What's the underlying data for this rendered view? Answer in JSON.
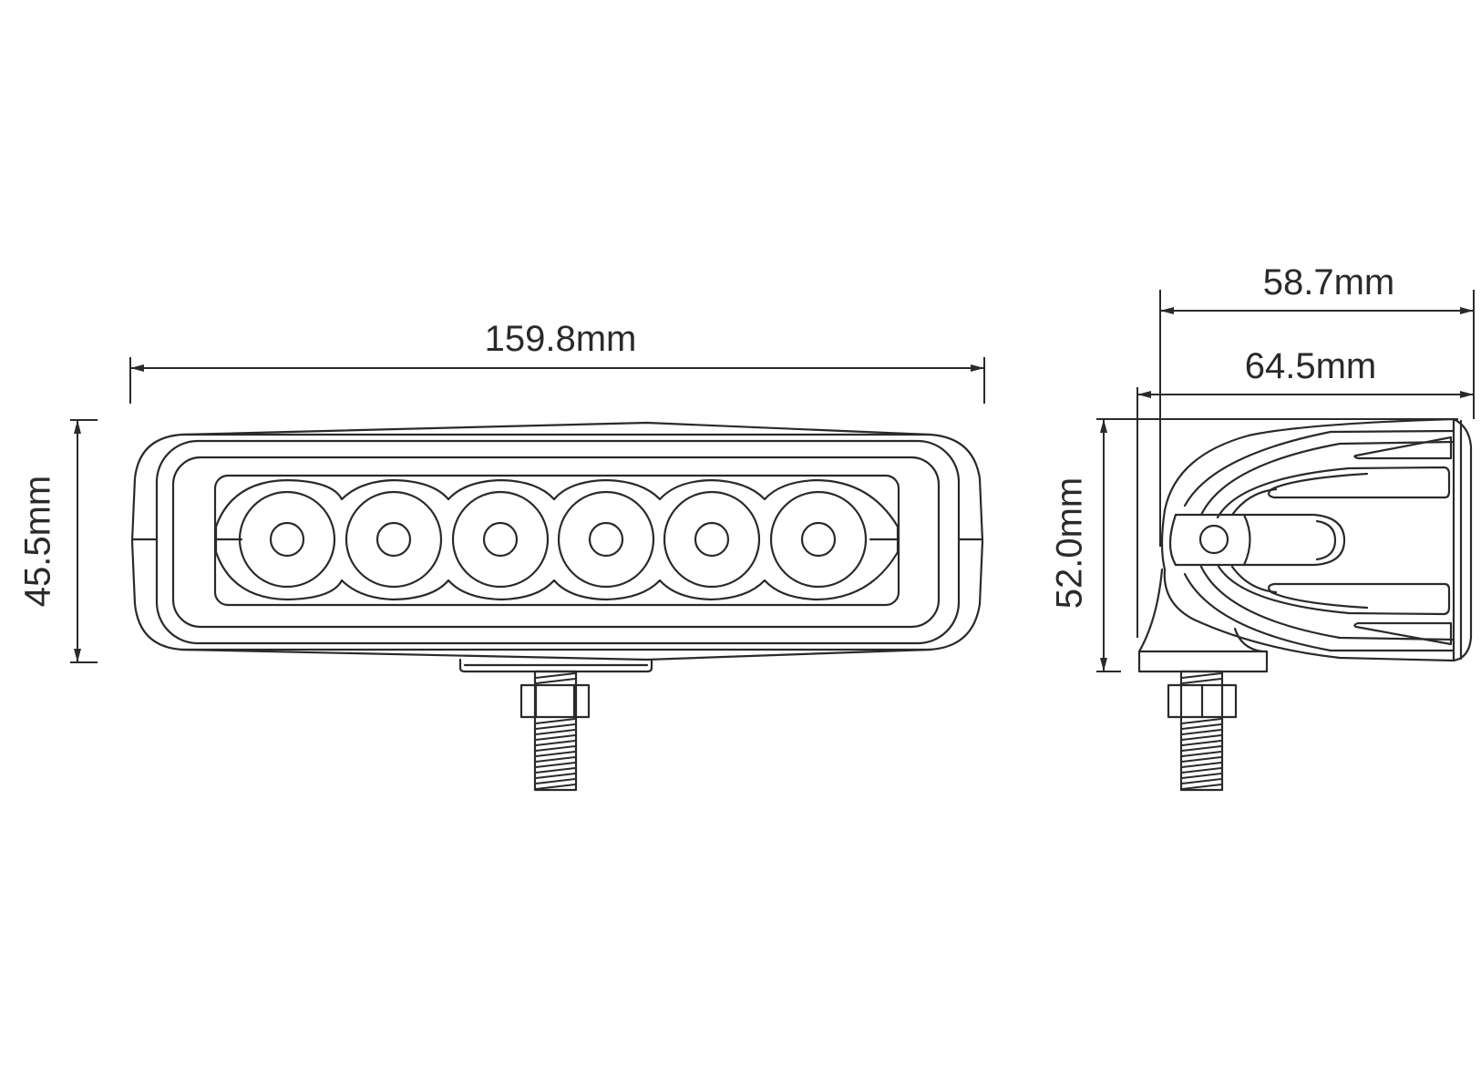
{
  "drawing": {
    "subject": "6-LED work light bar",
    "front_view": {
      "led_count": 6,
      "width_label": "159.8mm",
      "height_label": "45.5mm"
    },
    "side_view": {
      "depth_label_top": "58.7mm",
      "depth_label_bracket": "64.5mm",
      "height_label": "52.0mm"
    },
    "colors": {
      "line": "#2a2a2a",
      "background": "#ffffff"
    }
  }
}
